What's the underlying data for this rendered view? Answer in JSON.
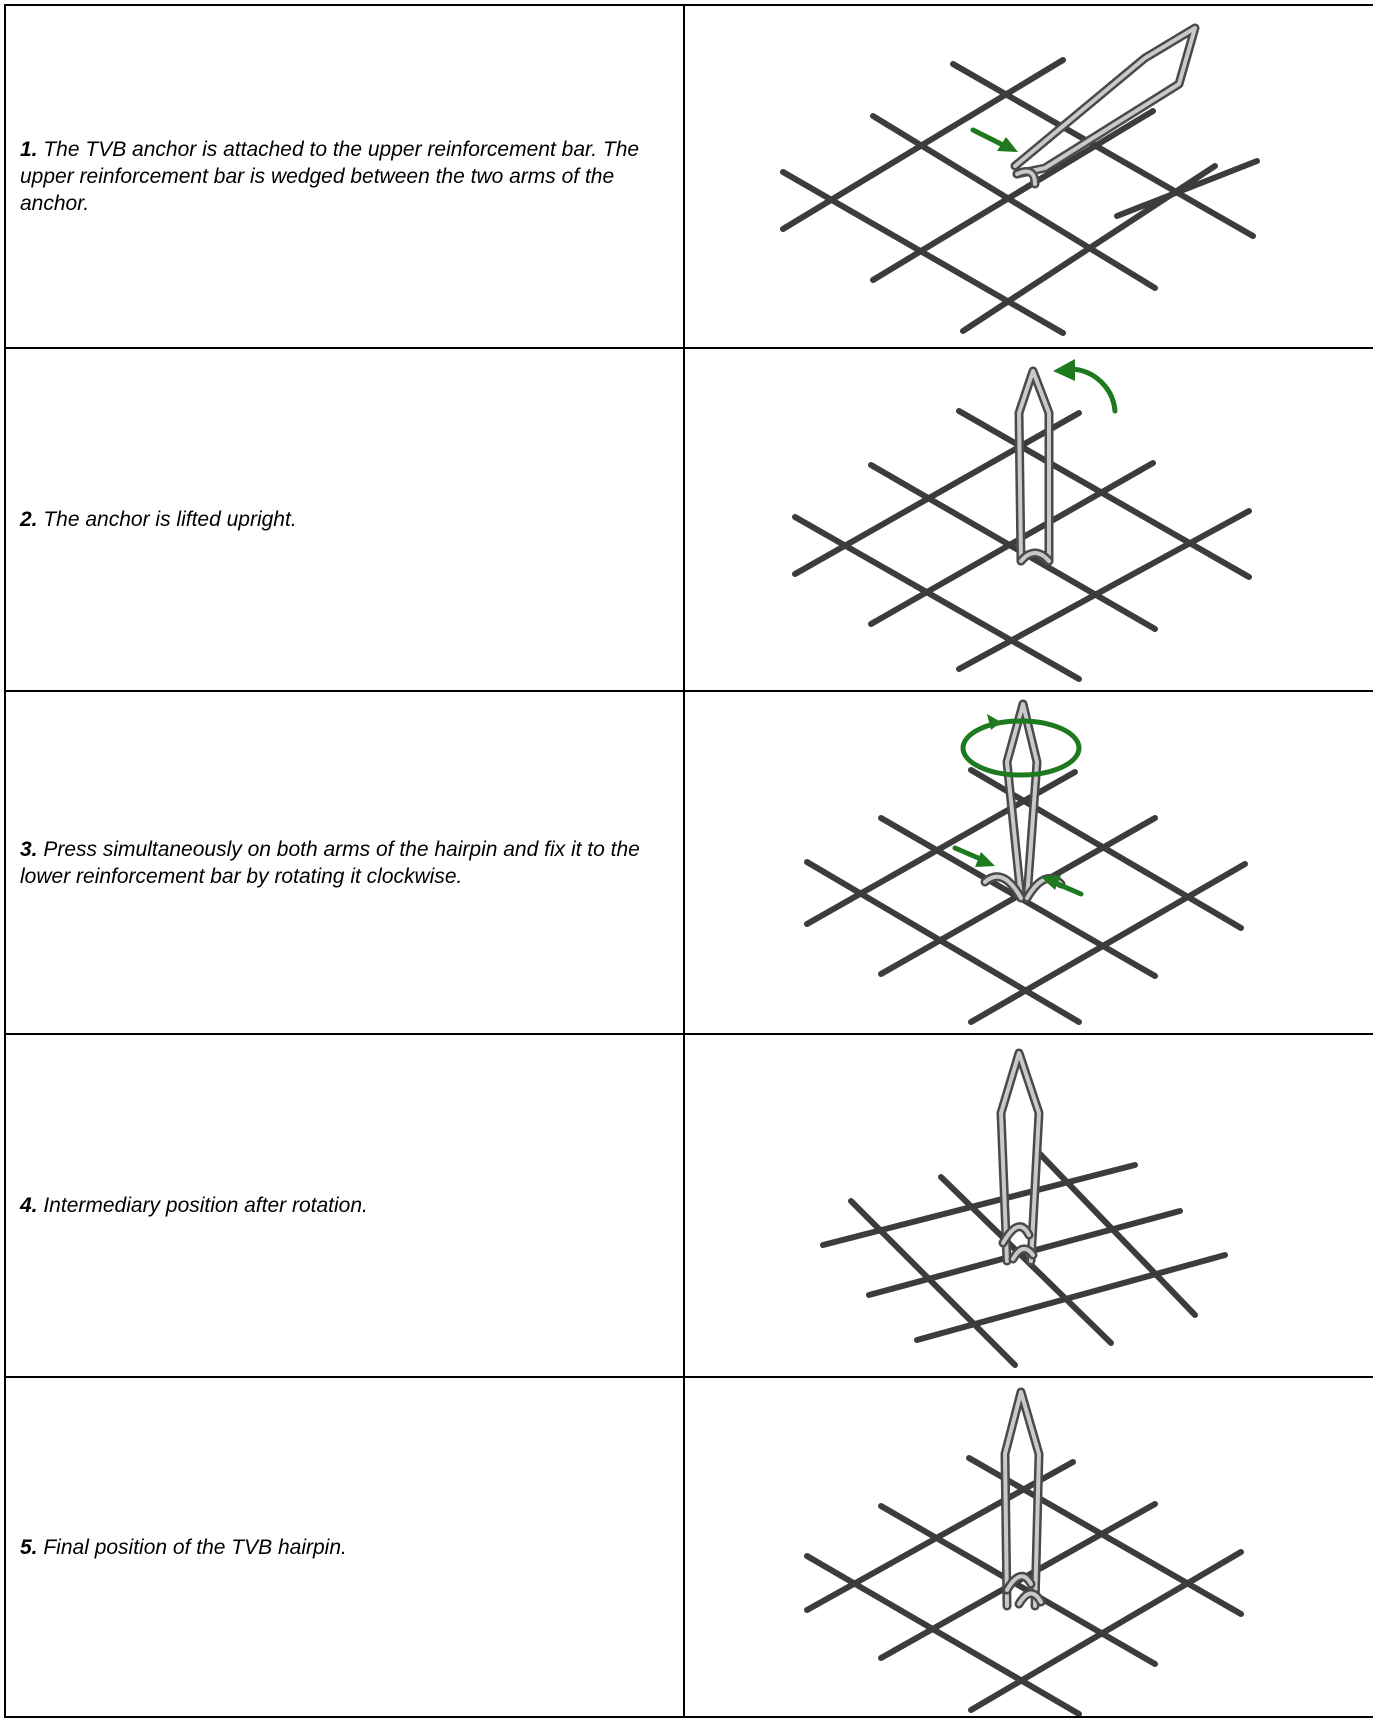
{
  "steps": [
    {
      "number": "1.",
      "text": " The TVB anchor is attached to the upper reinforcement bar. The upper reinforcement bar is wedged between the two arms of the anchor."
    },
    {
      "number": "2.",
      "text": " The anchor is lifted upright."
    },
    {
      "number": "3.",
      "text": " Press simultaneously on both arms of the hairpin and fix it to the lower reinforcement bar by rotating it clockwise."
    },
    {
      "number": "4.",
      "text": " Intermediary position after rotation."
    },
    {
      "number": "5.",
      "text": " Final position of the TVB hairpin."
    }
  ],
  "colors": {
    "arrow": "#1e7a1e",
    "rebar": "#3c3c3c",
    "hairpin": "#c9c9c9",
    "border": "#000000"
  },
  "illustrations": [
    "anchor-attached-illustration",
    "anchor-upright-illustration",
    "anchor-rotate-illustration",
    "intermediary-position-illustration",
    "final-position-illustration"
  ]
}
